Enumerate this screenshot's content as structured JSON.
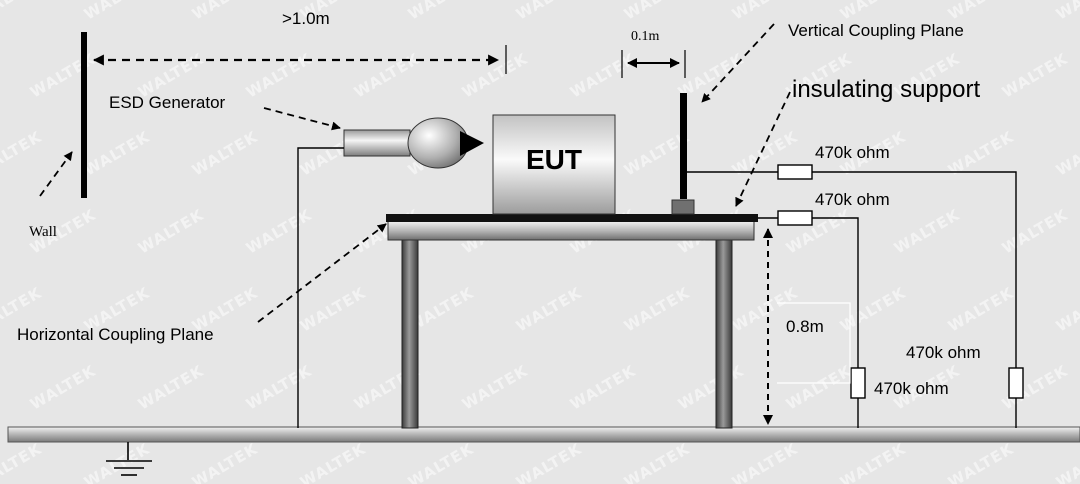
{
  "labels": {
    "distance_wall": ">1.0m",
    "distance_vcp": "0.1m",
    "vcp": "Vertical Coupling Plane",
    "insulating_support": "insulating support",
    "esd_generator": "ESD Generator",
    "eut": "EUT",
    "wall": "Wall",
    "hcp": "Horizontal Coupling Plane",
    "table_height": "0.8m",
    "resistor_vcp": "470k ohm",
    "resistor_hcp": "470k ohm",
    "resistor_right": "470k ohm",
    "resistor_mid": "470k ohm"
  },
  "watermark": "WALTEK",
  "colors": {
    "background": "#e6e6e6",
    "line": "#000000"
  }
}
